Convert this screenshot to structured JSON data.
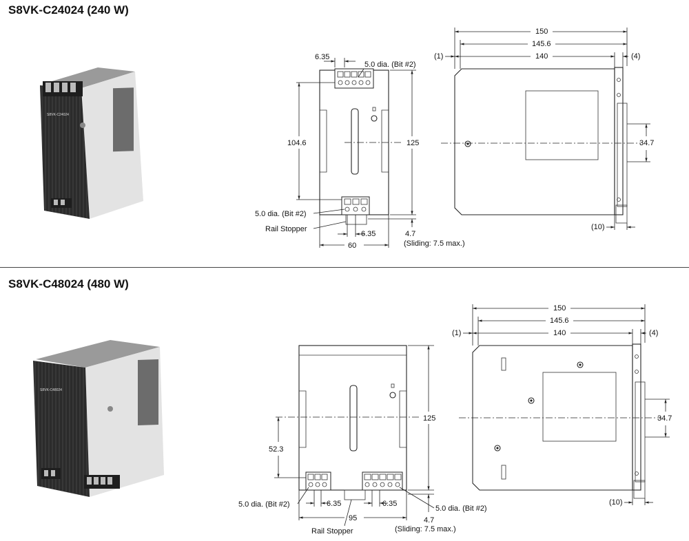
{
  "sections": [
    {
      "title": "S8VK-C24024 (240 W)",
      "product_label": "S8VK-C24024",
      "front": {
        "top_width": "6.35",
        "top_terminal": "5.0 dia. (Bit #2)",
        "height_inner": "104.6",
        "height": "125",
        "bottom_terminal": "5.0 dia. (Bit #2)",
        "rail_stopper": "Rail Stopper",
        "bottom_pitch": "6.35",
        "width": "60",
        "rail_offset": "4.7",
        "sliding": "(Sliding: 7.5 max.)"
      },
      "side": {
        "depth_total": "150",
        "depth_mid": "145.6",
        "depth_body": "140",
        "note_left": "(1)",
        "note_right": "(4)",
        "rail_height": "34.7",
        "note_bottom": "(10)"
      }
    },
    {
      "title": "S8VK-C48024 (480 W)",
      "product_label": "S8VK-C48024",
      "front": {
        "height": "125",
        "center_height": "52.3",
        "left_terminal": "5.0 dia. (Bit #2)",
        "left_pitch": "6.35",
        "right_pitch": "6.35",
        "right_terminal": "5.0 dia. (Bit #2)",
        "width": "95",
        "rail_offset": "4.7",
        "rail_stopper": "Rail Stopper",
        "sliding": "(Sliding: 7.5 max.)"
      },
      "side": {
        "depth_total": "150",
        "depth_mid": "145.6",
        "depth_body": "140",
        "note_left": "(1)",
        "note_right": "(4)",
        "rail_height": "34.7",
        "note_bottom": "(10)"
      }
    }
  ]
}
